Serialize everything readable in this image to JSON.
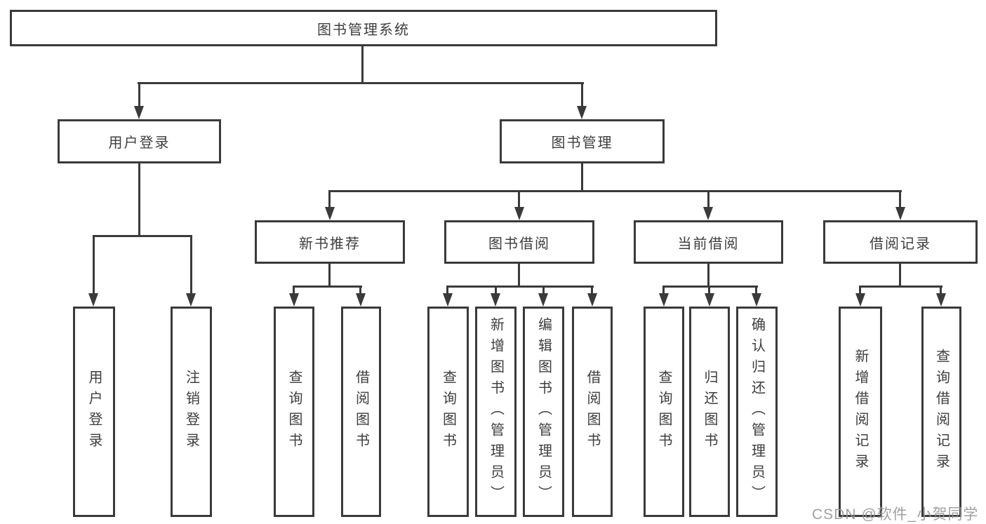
{
  "root": {
    "label": "图书管理系统"
  },
  "login_branch": {
    "label": "用户登录",
    "children": [
      "用户登录",
      "注销登录"
    ]
  },
  "management_branch": {
    "label": "图书管理",
    "sections": [
      {
        "label": "新书推荐",
        "children": [
          "查询图书",
          "借阅图书"
        ]
      },
      {
        "label": "图书借阅",
        "children": [
          "查询图书",
          "新增图书（管理员）",
          "编辑图书（管理员）",
          "借阅图书"
        ]
      },
      {
        "label": "当前借阅",
        "children": [
          "查询图书",
          "归还图书",
          "确认归还（管理员）"
        ]
      },
      {
        "label": "借阅记录",
        "children": [
          "新增借阅记录",
          "查询借阅记录"
        ]
      }
    ]
  },
  "watermark": {
    "text": "CSDN @软件_小贺同学"
  },
  "colors": {
    "line": "#3a3a3a",
    "box_bg": "#ffffff",
    "text": "#3d3d3d",
    "watermark": "#969696"
  }
}
